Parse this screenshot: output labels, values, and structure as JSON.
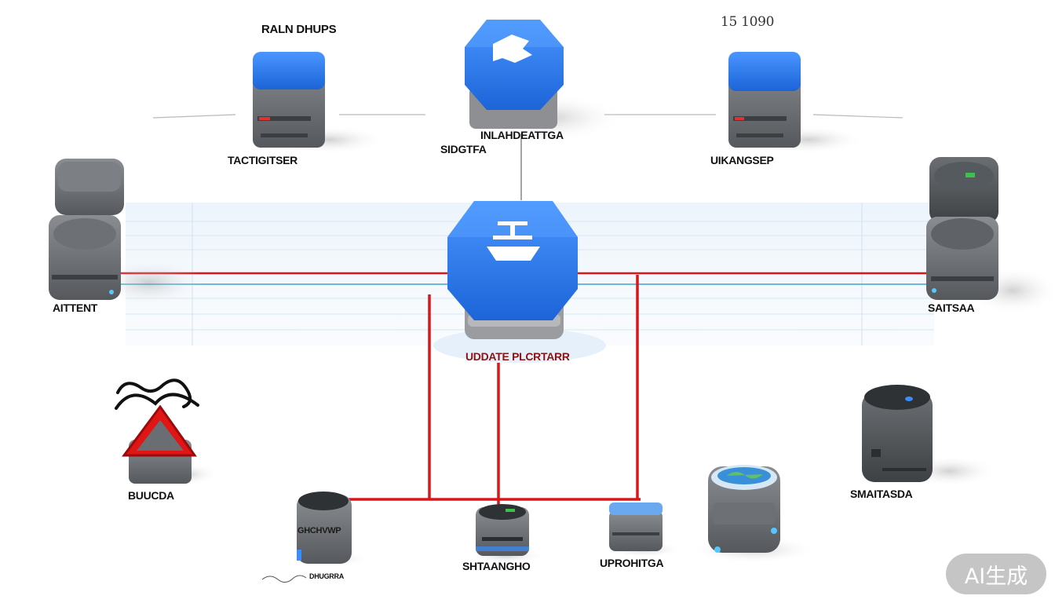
{
  "labels": {
    "top_left_title": "RALN DHUPS",
    "top_right_number": "15 1090",
    "node_top_left": "TACTIGITSER",
    "node_top_center_a": "SIDGTFA",
    "node_top_center_b": "INLAHDEATTGA",
    "node_top_right": "UIKANGSEP",
    "node_left": "AITTENT",
    "node_right": "SAITSAA",
    "hub": "UDDATE PLCRTARR",
    "hazard_node": "BUUCDA",
    "node_right_low": "SMAITASDA",
    "bottom_1_face": "GHCHVWP",
    "bottom_1": "DHUGRRA",
    "bottom_2": "SHTAANGHO",
    "bottom_3": "UPROHITGA"
  },
  "colors": {
    "accent_blue": "#2b78e4",
    "device_grey": "#6a6d71",
    "link_red": "#d8161b",
    "link_cyan": "#3aa6c9",
    "hazard_red": "#e01515"
  },
  "icons": {
    "top_hub": "globe-hexagon-icon",
    "main_hub": "network-hexagon-icon",
    "hazard": "warning-triangle-icon"
  },
  "watermark": "AI生成"
}
